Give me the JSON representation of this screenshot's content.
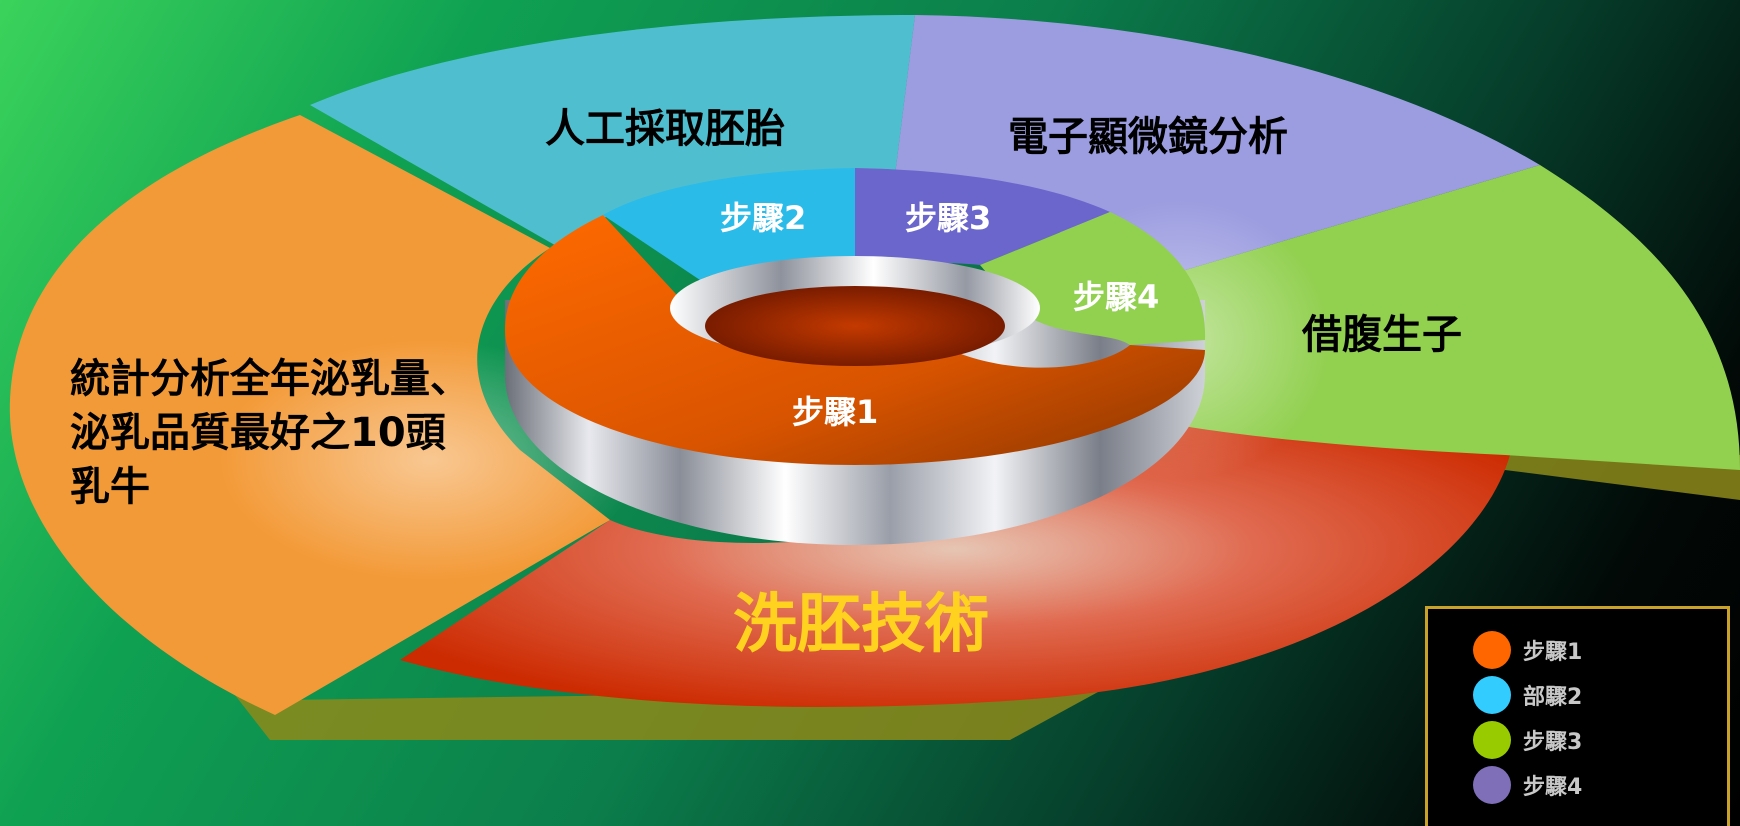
{
  "title": "洗胚技術",
  "outer_segments": [
    {
      "id": "orange",
      "label_lines": [
        "統計分析全年泌乳量、",
        "泌乳品質最好之10頭",
        "乳牛"
      ],
      "color": "#f39a38"
    },
    {
      "id": "cyan",
      "label_lines": [
        "人工採取胚胎"
      ],
      "color": "#4fbfd0"
    },
    {
      "id": "purple",
      "label_lines": [
        "電子顯微鏡分析"
      ],
      "color": "#9c9de0"
    },
    {
      "id": "green",
      "label_lines": [
        "借腹生子"
      ],
      "color": "#92d050"
    }
  ],
  "inner_segments": [
    {
      "label": "步驟1",
      "color": "#ff6600"
    },
    {
      "label": "步驟2",
      "color": "#33ccff"
    },
    {
      "label": "步驟3",
      "color": "#6b66cc"
    },
    {
      "label": "步驟4",
      "color": "#92d050"
    }
  ],
  "legend": [
    {
      "label": "步驟1",
      "color": "#ff6600"
    },
    {
      "label": "部驟2",
      "color": "#33ccff"
    },
    {
      "label": "步驟3",
      "color": "#99cc00"
    },
    {
      "label": "步驟4",
      "color": "#7f6fb8"
    }
  ]
}
